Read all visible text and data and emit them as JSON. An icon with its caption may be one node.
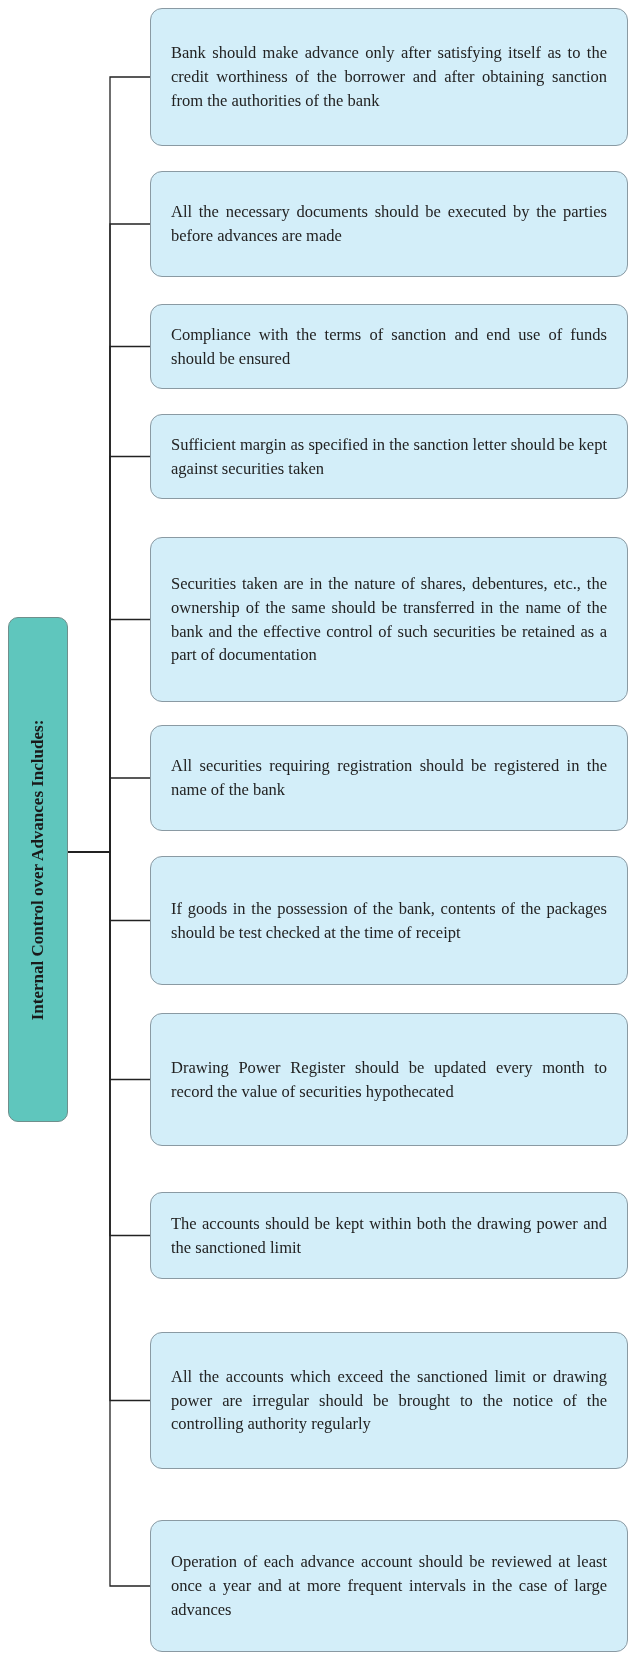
{
  "diagram": {
    "nodes": [
      {
        "text": [
          "Internal Control over Advances Includes:"
        ]
      },
      {
        "text": [
          "Bank should make advance only after satisfying itself as to the credit worthiness of the borrower and after obtaining sanction from the authorities of the bank"
        ]
      },
      {
        "text": [
          "All the necessary documents should be executed by the parties before advances are made"
        ]
      },
      {
        "text": [
          "Compliance with the terms of sanction and end use of funds should be ensured"
        ]
      },
      {
        "text": [
          "Sufficient margin as specified in the sanction letter should be kept against securities taken"
        ]
      },
      {
        "text": [
          "Securities taken are in the nature of shares, debentures, etc., the ownership of the same should be transferred in the name of the bank and the effective control of such securities be retained as a part of documentation"
        ]
      },
      {
        "text": [
          "All securities requiring registration should be registered in the name of the bank"
        ]
      },
      {
        "text": [
          "If goods in the possession of the bank, contents of the packages should be test checked at the time of receipt"
        ]
      },
      {
        "text": [
          "Drawing Power Register should be updated every month to record the value of securities hypothecated"
        ]
      },
      {
        "text": [
          "The accounts should be kept within both the drawing power and the sanctioned limit"
        ]
      },
      {
        "text": [
          "All the accounts which exceed the sanctioned limit or drawing power are irregular should be brought to the notice of the controlling authority regularly"
        ]
      },
      {
        "text": [
          "Operation of each advance account should be reviewed at least once a year and at more frequent intervals in the case of large advances"
        ]
      }
    ],
    "edges": [
      {
        "from": 0,
        "to": 1,
        "arrow": "none"
      },
      {
        "from": 0,
        "to": 2,
        "arrow": "none"
      },
      {
        "from": 0,
        "to": 3,
        "arrow": "none"
      },
      {
        "from": 0,
        "to": 4,
        "arrow": "none"
      },
      {
        "from": 0,
        "to": 5,
        "arrow": "none"
      },
      {
        "from": 0,
        "to": 6,
        "arrow": "none"
      },
      {
        "from": 0,
        "to": 7,
        "arrow": "none"
      },
      {
        "from": 0,
        "to": 8,
        "arrow": "none"
      },
      {
        "from": 0,
        "to": 9,
        "arrow": "none"
      },
      {
        "from": 0,
        "to": 10,
        "arrow": "none"
      },
      {
        "from": 0,
        "to": 11,
        "arrow": "none"
      }
    ]
  }
}
